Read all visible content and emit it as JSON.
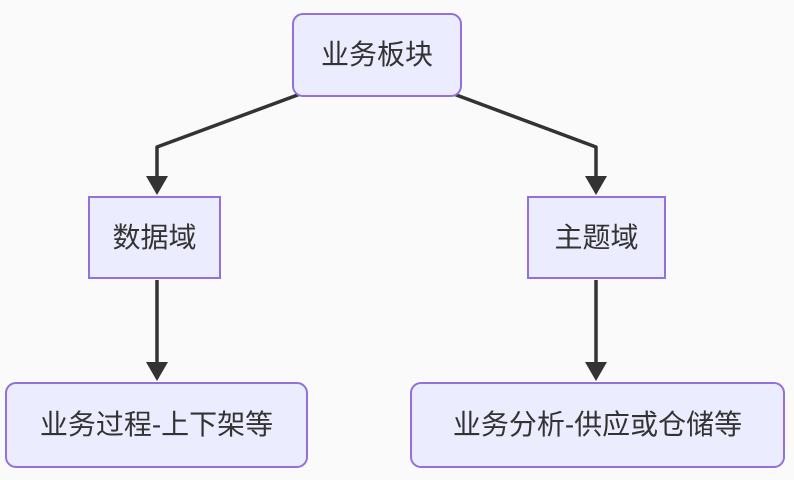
{
  "diagram": {
    "type": "flowchart",
    "direction": "top-down",
    "colors": {
      "background": "#fafafa",
      "node_fill": "#ececff",
      "node_border": "#9370db",
      "text": "#333333",
      "edge": "#333333"
    },
    "nodes": {
      "root": {
        "label": "业务板块",
        "shape": "rounded"
      },
      "data_domain": {
        "label": "数据域",
        "shape": "rect"
      },
      "subject_domain": {
        "label": "主题域",
        "shape": "rect"
      },
      "business_process": {
        "label": "业务过程-上下架等",
        "shape": "rounded"
      },
      "business_analysis": {
        "label": "业务分析-供应或仓储等",
        "shape": "rounded"
      }
    },
    "edges": [
      {
        "from": "业务板块",
        "to": "数据域",
        "arrow": "solid-triangle"
      },
      {
        "from": "业务板块",
        "to": "主题域",
        "arrow": "solid-triangle"
      },
      {
        "from": "数据域",
        "to": "业务过程-上下架等",
        "arrow": "solid-triangle"
      },
      {
        "from": "主题域",
        "to": "业务分析-供应或仓储等",
        "arrow": "solid-triangle"
      }
    ]
  }
}
